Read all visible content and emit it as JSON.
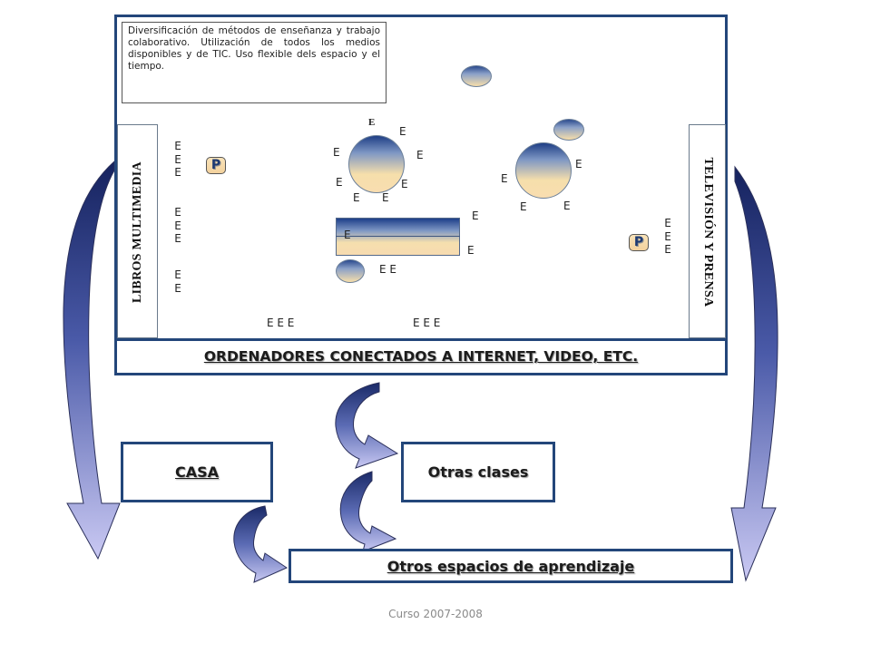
{
  "note": {
    "text": "Diversificación de métodos de enseñanza y trabajo colaborativo. Utilización de todos los medios disponibles y de TIC. Uso flexible dels espacio y el tiempo."
  },
  "left_panel": {
    "label": "LIBROS MULTIMEDIA"
  },
  "right_panel": {
    "label": "TELEVISIÓN Y PRENSA"
  },
  "teacher_label": "P",
  "student_label": "E",
  "student_pair_label": "E E",
  "student_trio_label": "E E E",
  "bottom_bar": {
    "label": "ORDENADORES CONECTADOS A INTERNET, VIDEO, ETC."
  },
  "boxes": {
    "casa": "CASA",
    "otras_clases": "Otras clases",
    "otros_espacios": "Otros espacios de aprendizaje"
  },
  "footer": "Curso 2007-2008",
  "colors": {
    "frame": "#23467a",
    "arrow_dark": "#15225e",
    "arrow_light": "#c9c8f2",
    "orb_top": "#1f3f86",
    "orb_bottom": "#f8ddb0"
  }
}
